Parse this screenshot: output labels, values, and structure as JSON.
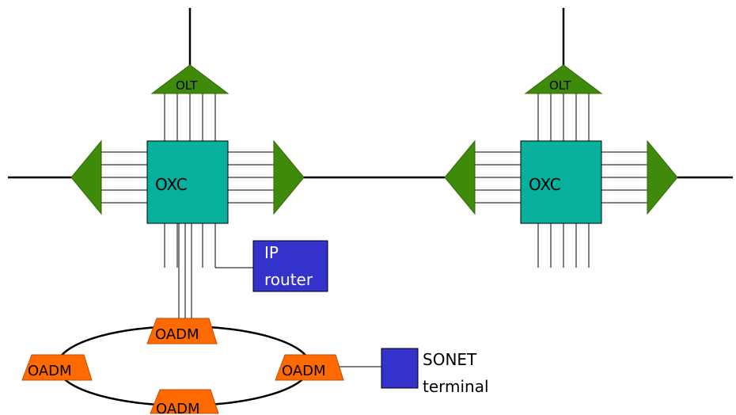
{
  "nodes": {
    "oxc_left": "OXC",
    "oxc_right": "OXC",
    "olt_left": "OLT",
    "olt_right": "OLT",
    "oadm_top": "OADM",
    "oadm_left": "OADM",
    "oadm_right": "OADM",
    "oadm_bottom": "OADM",
    "ip_router": {
      "line1": "IP",
      "line2": "router"
    },
    "sonet_terminal": {
      "line1": "SONET",
      "line2": "terminal"
    }
  },
  "colors": {
    "oxc": "#07b09c",
    "olt": "#3f8a0a",
    "oadm": "#ff6a00",
    "terminal": "#3333cc",
    "line": "#000000"
  }
}
